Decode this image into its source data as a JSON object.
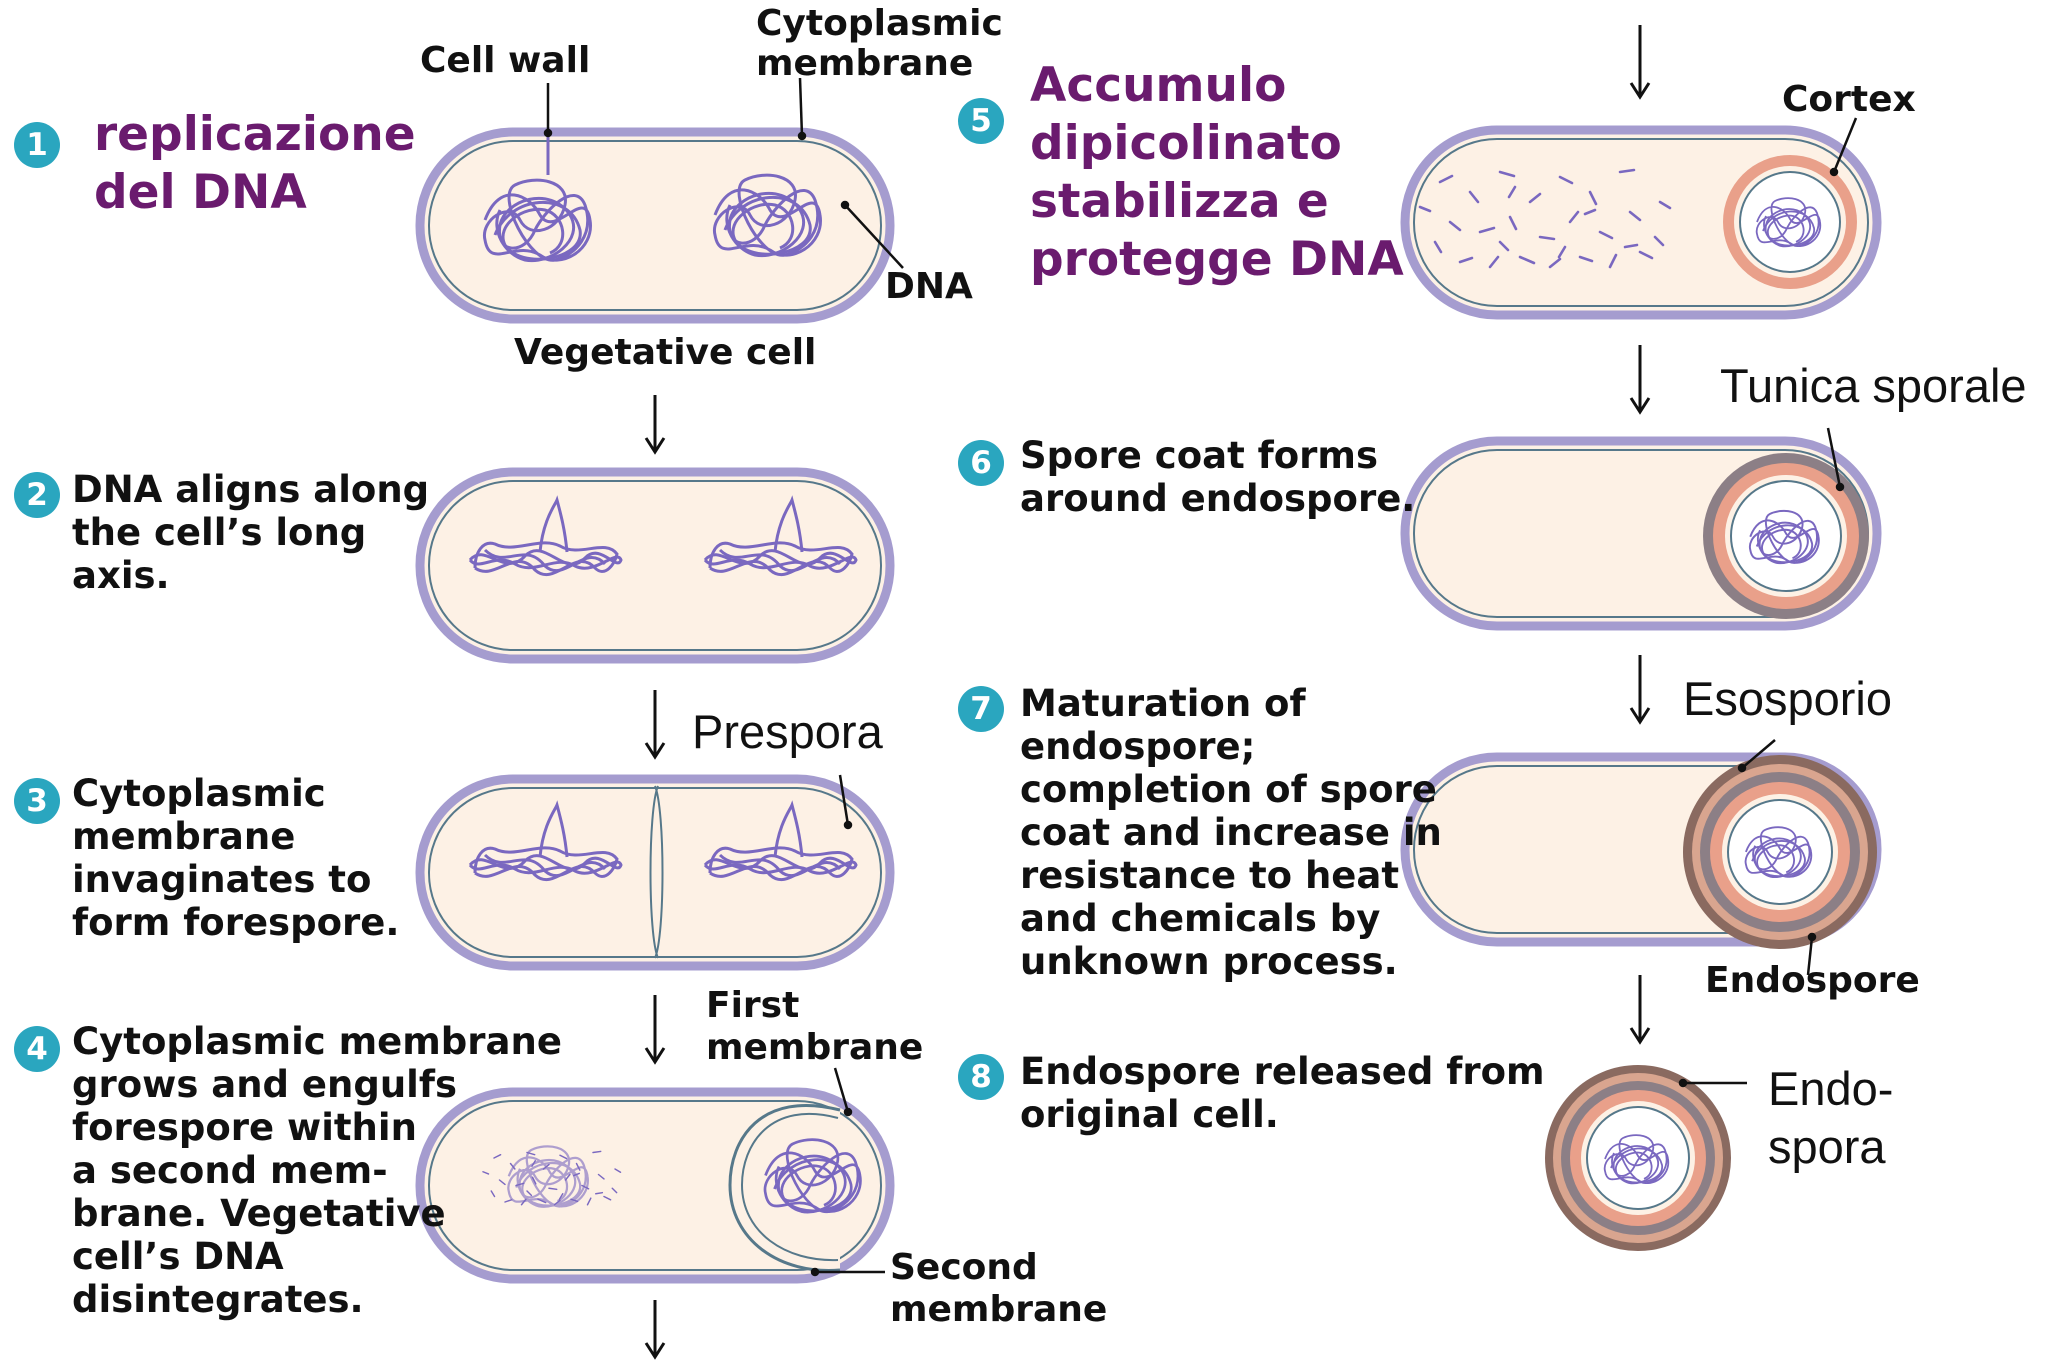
{
  "steps": [
    {
      "num": "1",
      "text": "replicazione\ndel DNA"
    },
    {
      "num": "2",
      "text": "DNA aligns along\nthe cell’s long\naxis."
    },
    {
      "num": "3",
      "text": "Cytoplasmic\nmembrane\ninvaginates to\nform forespore."
    },
    {
      "num": "4",
      "text": "Cytoplasmic membrane\ngrows and engulfs\nforespore within\na second mem-\nbrane. Vegetative\ncell’s DNA\ndisintegrates."
    },
    {
      "num": "5",
      "text": "Accumulo\ndipicolinato\nstabilizza e\nprotegge DNA"
    },
    {
      "num": "6",
      "text": "Spore coat forms\naround endospore."
    },
    {
      "num": "7",
      "text": "Maturation of\nendospore;\ncompletion of spore\ncoat and increase in\nresistance to heat\nand chemicals by\nunknown process."
    },
    {
      "num": "8",
      "text": "Endospore released from\noriginal cell."
    }
  ],
  "labels": {
    "cell_wall": "Cell wall",
    "cyto_membrane": "Cytoplasmic\nmembrane",
    "dna": "DNA",
    "vegetative_cell": "Vegetative cell",
    "prespora": "Prespora",
    "first_membrane": "First\nmembrane",
    "second_membrane": "Second\nmembrane",
    "cortex": "Cortex",
    "tunica_sporale": "Tunica sporale",
    "esosporio": "Esosporio",
    "endospore": "Endospore",
    "endospora": "Endo-\nspora"
  },
  "colors": {
    "step_badge": "#2aa6bf",
    "italian_text": "#6a1b6e",
    "cytoplasm": "#fdf1e5",
    "cell_wall": "#a59ccf",
    "dna": "#7a68c0",
    "cortex": "#e9a08a",
    "coat": "#8c7f86"
  }
}
